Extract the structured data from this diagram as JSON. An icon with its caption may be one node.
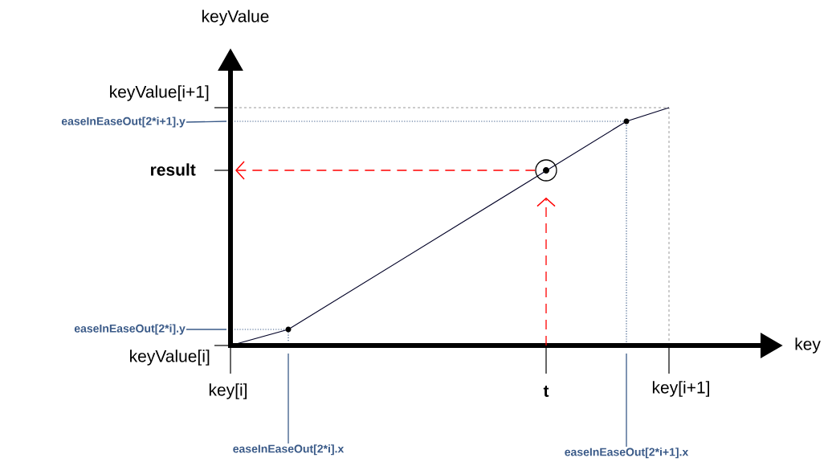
{
  "diagram": {
    "nodes": [
      {
        "text": [
          "easeInEaseOut[2*i+1].y"
        ]
      },
      {
        "text": [
          "easeInEaseOut[2*i].y"
        ]
      },
      {
        "text": [
          "easeInEaseOut[2*i].x"
        ]
      },
      {
        "text": [
          "easeInEaseOut[2*i+1].x"
        ]
      },
      {
        "text": [],
        "shape": "circle"
      }
    ],
    "edges": [
      {
        "from": 0,
        "to": null,
        "arrow": "none"
      },
      {
        "from": 1,
        "to": null,
        "arrow": "none"
      },
      {
        "from": 2,
        "to": null,
        "arrow": "none"
      },
      {
        "from": 3,
        "to": null,
        "arrow": "none"
      },
      {
        "from": 4,
        "to": null,
        "arrow": "to",
        "style": "dashed",
        "color": "#ff0000"
      },
      {
        "from": null,
        "to": 4,
        "arrow": "to",
        "style": "dashed",
        "color": "#ff0000"
      }
    ],
    "labels": [
      "keyValue",
      "keyValue[i+1]",
      "result",
      "keyValue[i]",
      "key",
      "key[i]",
      "t",
      "key[i+1]"
    ]
  }
}
